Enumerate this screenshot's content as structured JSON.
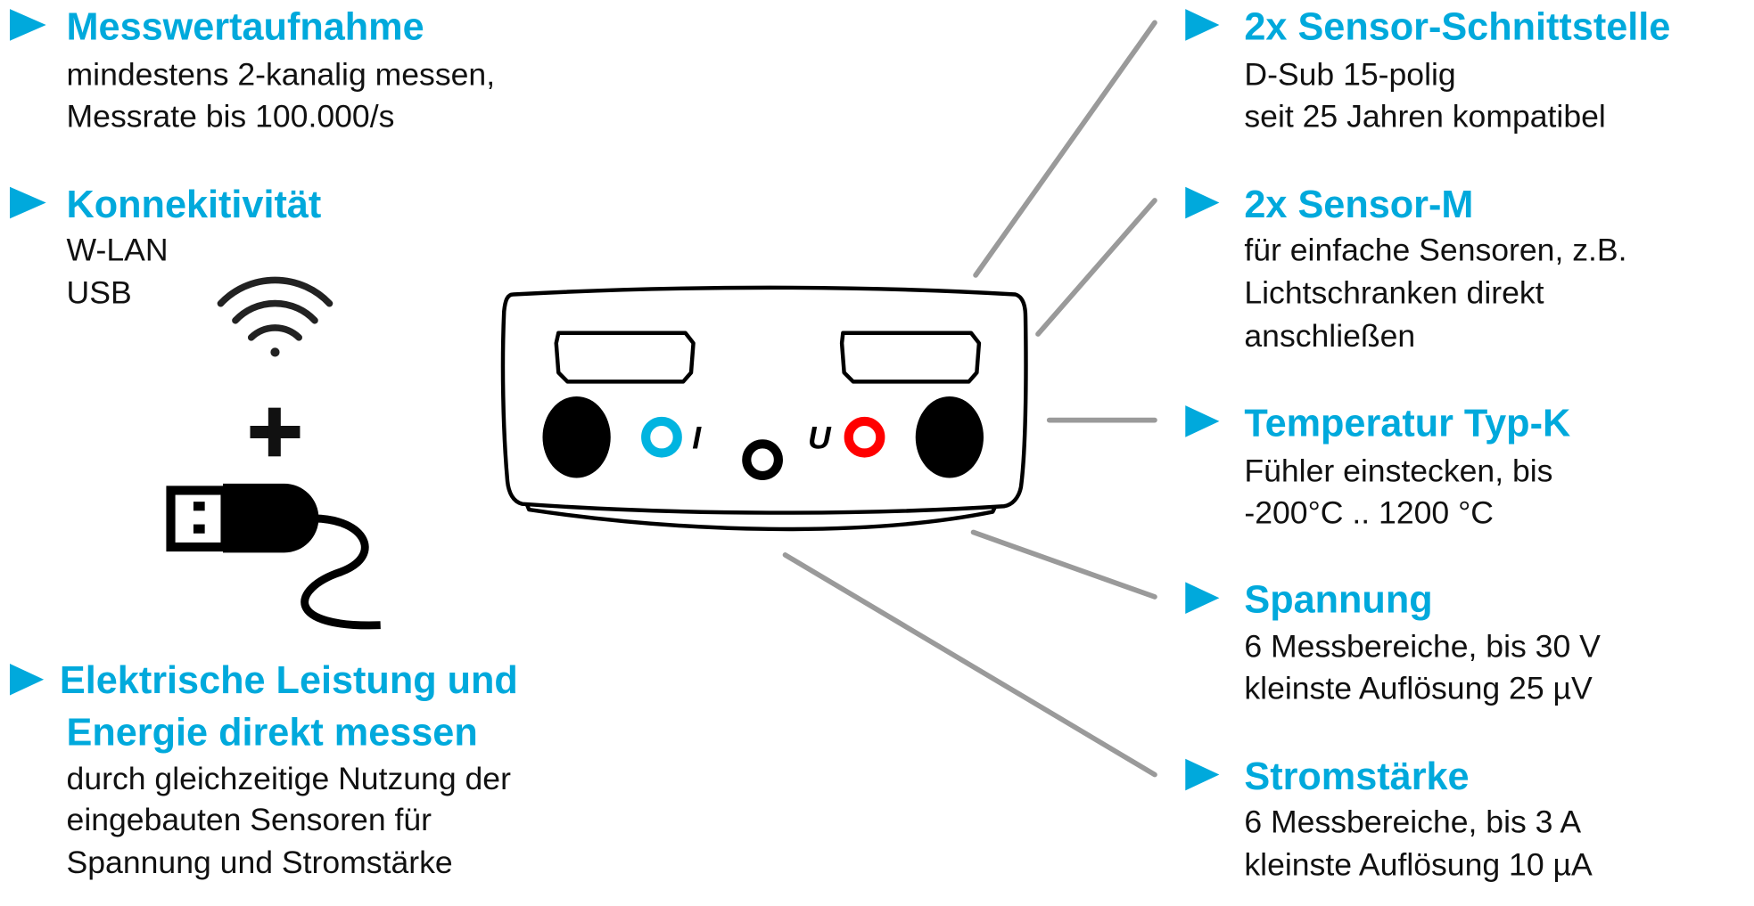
{
  "left": [
    {
      "title": "Messwertaufnahme",
      "lines": [
        "mindestens 2-kanalig messen,",
        "Messrate bis 100.000/s"
      ]
    },
    {
      "title": "Konnekitivität",
      "lines": [
        "W-LAN",
        "USB"
      ]
    },
    {
      "title_lines": [
        "Elektrische Leistung und",
        "Energie direkt messen"
      ],
      "lines": [
        "durch gleichzeitige Nutzung der",
        "eingebauten Sensoren für",
        "Spannung und Stromstärke"
      ]
    }
  ],
  "right": [
    {
      "title": "2x Sensor-Schnittstelle",
      "lines": [
        "D-Sub 15-polig",
        "seit 25 Jahren kompatibel"
      ]
    },
    {
      "title": "2x Sensor-M",
      "lines": [
        "für einfache Sensoren, z.B.",
        "Lichtschranken direkt",
        "anschließen"
      ]
    },
    {
      "title": "Temperatur Typ-K",
      "lines": [
        "Fühler einstecken, bis",
        "-200°C .. 1200 °C"
      ]
    },
    {
      "title": "Spannung",
      "lines": [
        "6 Messbereiche, bis 30 V",
        "kleinste Auflösung 25 µV"
      ]
    },
    {
      "title": "Stromstärke",
      "lines": [
        "6 Messbereiche, bis 3 A",
        "kleinste Auflösung 10 µA"
      ]
    }
  ],
  "device": {
    "current_label": "I",
    "voltage_label": "U"
  },
  "colors": {
    "accent": "#00a9dc",
    "current": "#00b4e0",
    "voltage": "#ff0000",
    "leader": "#9a9a9a"
  },
  "icons": [
    "wifi-icon",
    "plus-icon",
    "usb-plug-icon"
  ]
}
